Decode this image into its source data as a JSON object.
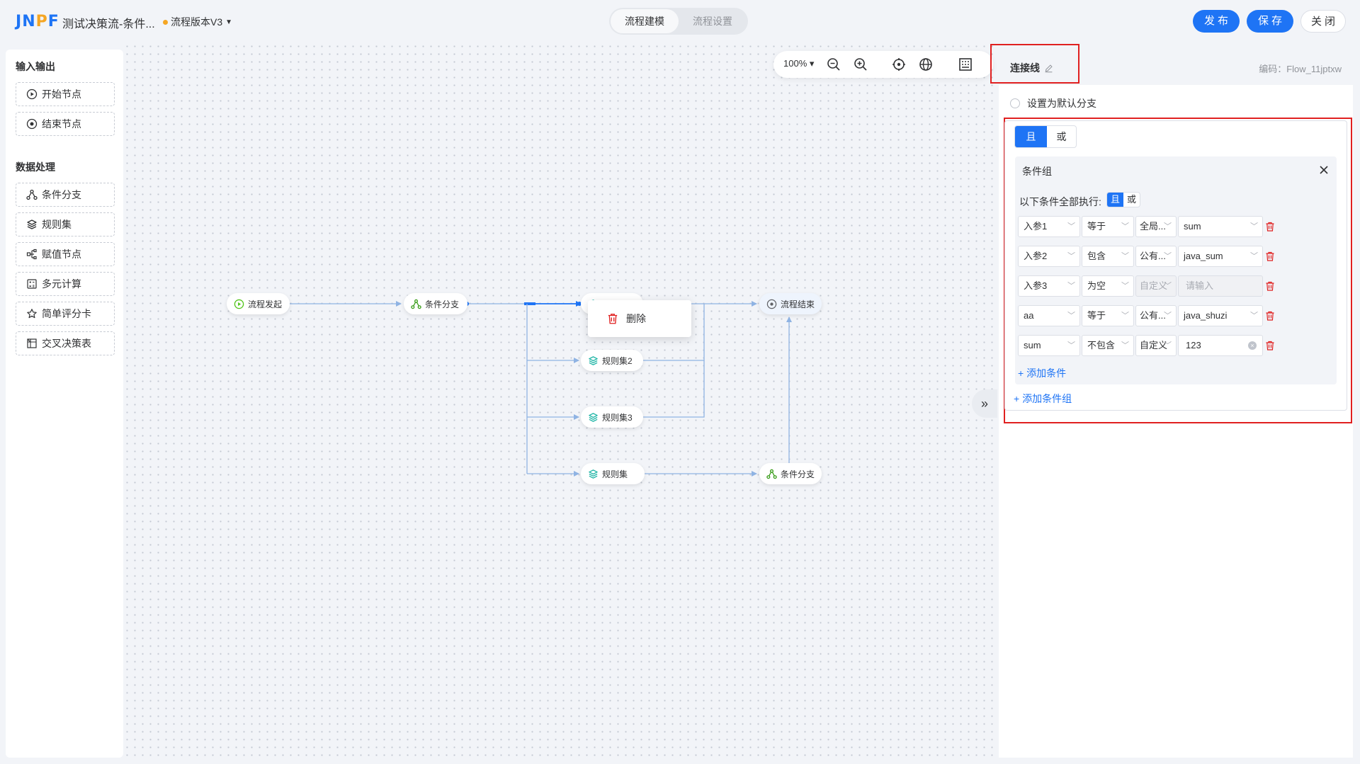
{
  "header": {
    "logo": "JNPF",
    "title": "测试决策流-条件...",
    "version": "流程版本V3",
    "tabs": [
      {
        "label": "流程建模",
        "active": true
      },
      {
        "label": "流程设置",
        "active": false
      }
    ],
    "publish": "发布",
    "save": "保存",
    "close": "关闭"
  },
  "palette": {
    "groups": [
      {
        "title": "输入输出",
        "items": [
          {
            "label": "开始节点",
            "icon": "play-circle-icon"
          },
          {
            "label": "结束节点",
            "icon": "stop-circle-icon"
          }
        ]
      },
      {
        "title": "数据处理",
        "items": [
          {
            "label": "条件分支",
            "icon": "branch-icon"
          },
          {
            "label": "规则集",
            "icon": "layers-icon"
          },
          {
            "label": "赋值节点",
            "icon": "assign-icon"
          },
          {
            "label": "多元计算",
            "icon": "calculator-icon"
          },
          {
            "label": "简单评分卡",
            "icon": "star-icon"
          },
          {
            "label": "交叉决策表",
            "icon": "table-icon"
          }
        ]
      }
    ]
  },
  "toolbar": {
    "zoom": "100%",
    "icons": [
      "zoom-out-icon",
      "zoom-in-icon",
      "locate-icon",
      "globe-icon",
      "minimap-icon"
    ]
  },
  "flow": {
    "nodes": {
      "start": "流程发起",
      "branch1": "条件分支",
      "ruleset2": "规则集2",
      "ruleset3": "规则集3",
      "ruleset": "规则集",
      "branch2": "条件分支",
      "end": "流程结束"
    },
    "context_menu": {
      "delete": "删除"
    }
  },
  "panel": {
    "title": "连接线",
    "code_label": "编码：",
    "code": "Flow_11jptxw",
    "default_branch": "设置为默认分支",
    "logic": {
      "and": "且",
      "or": "或",
      "selected": "且"
    },
    "group": {
      "title": "条件组",
      "exec_label": "以下条件全部执行:",
      "and": "且",
      "or": "或",
      "rows": [
        {
          "field": "入参1",
          "op": "等于",
          "type": "全局...",
          "value": "sum",
          "value_kind": "select"
        },
        {
          "field": "入参2",
          "op": "包含",
          "type": "公有...",
          "value": "java_sum",
          "value_kind": "select"
        },
        {
          "field": "入参3",
          "op": "为空",
          "type": "自定义",
          "value": "请输入",
          "value_kind": "disabled"
        },
        {
          "field": "aa",
          "op": "等于",
          "type": "公有...",
          "value": "java_shuzi",
          "value_kind": "select"
        },
        {
          "field": "sum",
          "op": "不包含",
          "type": "自定义",
          "value": "123",
          "value_kind": "input"
        }
      ],
      "add_condition": "添加条件"
    },
    "add_group": "添加条件组"
  },
  "colors": {
    "primary": "#1e74f5",
    "danger": "#e02020",
    "node_green": "#52c41a",
    "edge": "#8fb3e3"
  }
}
